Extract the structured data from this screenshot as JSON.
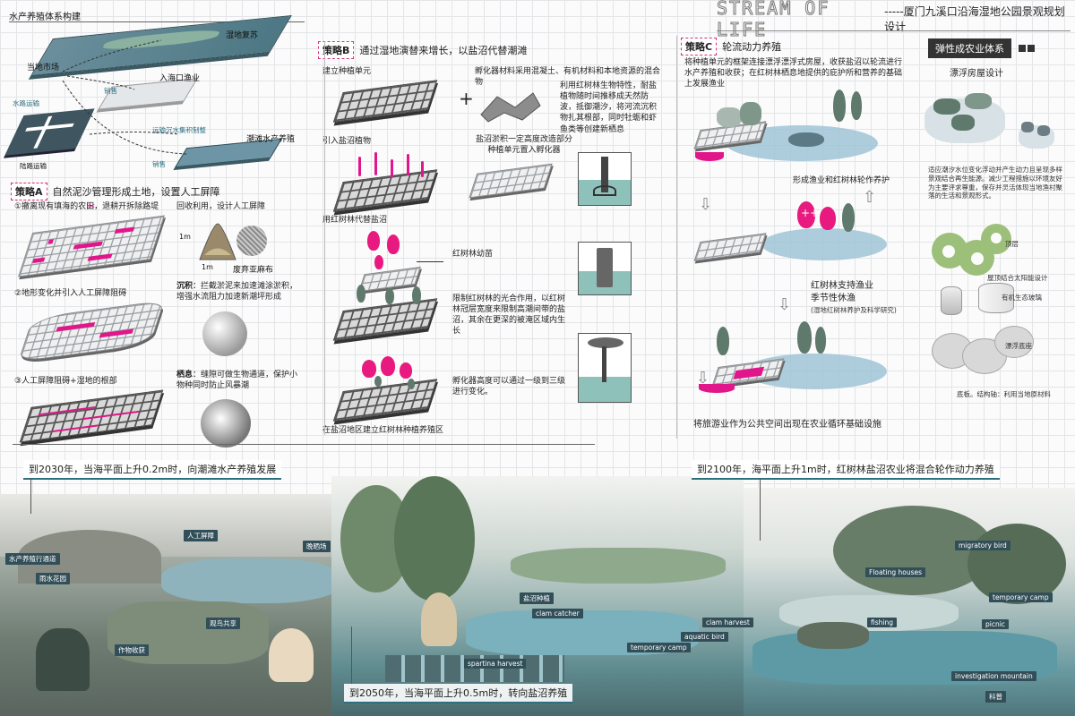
{
  "header": {
    "title": "STREAM OF LIFE",
    "subtitle": "-----厦门九溪口沿海湿地公园景观规划设计"
  },
  "aquaculture": {
    "title": "水产养殖体系构建",
    "labels": {
      "wetland_restore": "湿地复苏",
      "local_market": "当地市场",
      "estuary_fishery": "入海口渔业",
      "sales1": "销售",
      "water_transport": "水路运输",
      "sediment": "运输沉水集积制整",
      "tidal_aquaculture": "潮滩水产养殖",
      "land_transport": "陆路运输",
      "sales2": "销售"
    }
  },
  "strategy_a": {
    "tag": "策略A",
    "desc": "自然泥沙管理形成土地，设置人工屏障",
    "step1": "①撤离现有填海的农田，退耕开拆除路堤",
    "step2": "②地形变化并引入人工屏障阻碍",
    "step3": "③人工屏障阻碍+湿地的根部",
    "recycle": "回收利用，设计人工屏障",
    "dim1": "1m",
    "dim2": "1m",
    "burlap": "废弃亚麻布",
    "sediment_title": "沉积",
    "sediment_text": "：拦截淤泥来加速滩涂淤积，增强水流阻力加速新潮坪形成",
    "habitat_title": "栖息",
    "habitat_text": "：缝隙可做生物通道，保护小物种同时防止风暴潮"
  },
  "strategy_b": {
    "tag": "策略B",
    "desc": "通过湿地演替来增长，以盐沼代替潮滩",
    "unit": "建立种植单元",
    "plus": "+",
    "material": "孵化器材料采用混凝土、有机材料和本地资源的混合物",
    "introduce": "引入盐沼植物",
    "mangrove_feature": "利用红树林生物特性，耐盐植物随时间推移成天然防波，抵御潮汐，将河流沉积物扎其根部，同时牡蛎和虾鱼类等创建新栖息",
    "accumulate": "盐沼淤积一定高度改造部分种植单元置入孵化器",
    "replace": "用红树林代替盐沼",
    "seedling": "红树林幼苗",
    "limit": "限制红树林的光合作用，以红树林冠层宽度来限制高潮间带的盐沼，其余在更深的被淹区域内生长",
    "incubator": "孵化器高度可以通过一级到三级进行变化。",
    "build": "在盐沼地区建立红树林种植养殖区"
  },
  "strategy_c": {
    "tag": "策略C",
    "desc": "轮流动力养殖",
    "intro": "将种植单元的框架连接漂浮漂浮式房屋，收获盐沼以轮流进行水产养殖和收获；在红树林栖息地提供的庇护所和营养的基础上发展渔业",
    "rotation": "形成渔业和红树林轮作养护",
    "support1": "红树林支持渔业",
    "support2": "季节性休渔",
    "support_note": "(湿地红树林养护及科学研究)",
    "tourism": "将旅游业作为公共空间出现在农业循环基础设施"
  },
  "elastic": {
    "title": "弹性成农业体系",
    "floating_house": "漂浮房屋设计",
    "text": "适应潮汐水位变化浮动并产生动力且呈现多样景观结合再生能源。减少工程措施以环境友好为主要评求尊重，保存并灵活体现当地渔村聚落的生活和景观形式。",
    "roof": "顶层",
    "solar": "屋顶结合太阳能设计",
    "glass": "有机生态玻璃",
    "base": "漂浮底座",
    "bottom": "底板。结构轴：利用当地原材料"
  },
  "timeline": {
    "y2030": "到2030年，当海平面上升0.2m时，向潮滩水产养殖发展",
    "y2050": "到2050年，当海平面上升0.5m时，转向盐沼养殖",
    "y2100": "到2100年，海平面上升1m时，红树林盐沼农业将混合轮作动力养殖",
    "tags": {
      "barrier": "人工屏障",
      "sunset": "晚晒场",
      "aquaculture_path": "水产养殖行通道",
      "rainwater": "雨水花园",
      "crop": "作物收获",
      "watch": "观鸟共享",
      "salt_plant": "盐沼种植",
      "clam_catcher": "clam catcher",
      "spartina": "spartina harvest",
      "temp_camp1": "temporary camp",
      "aquatic_bird": "aquatic bird",
      "clam_harvest": "clam harvest",
      "migratory": "migratory bird",
      "floating_houses": "Floating houses",
      "temp_camp2": "temporary camp",
      "fishing": "fishing",
      "picnic": "picnic",
      "investigation": "investigation mountain",
      "science": "科普"
    }
  }
}
